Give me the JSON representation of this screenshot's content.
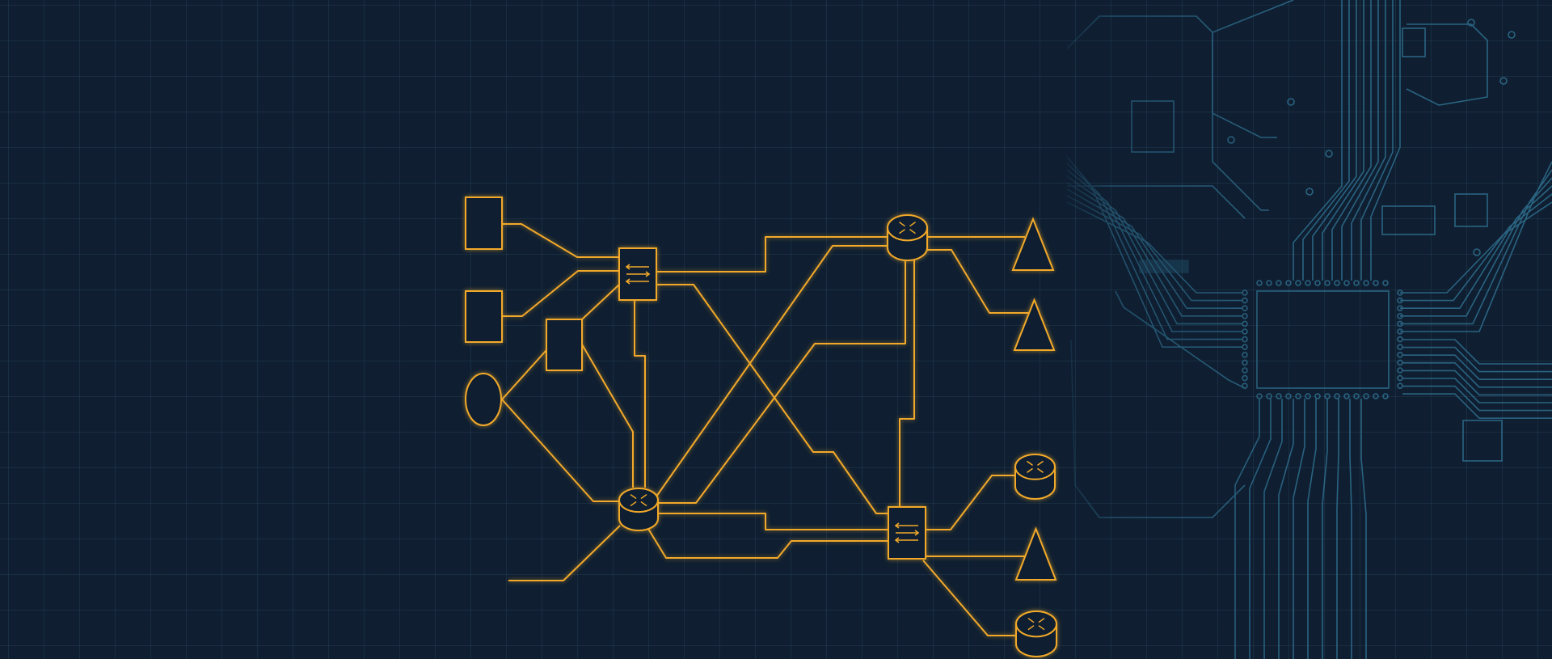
{
  "colors": {
    "background": "#0f1f31",
    "grid": "#2a4a60",
    "diagram_stroke": "#f2a92a",
    "circuit_stroke": "#2f6f8f"
  },
  "diagram": {
    "nodes": [
      {
        "id": "square-1",
        "icon": "square-node"
      },
      {
        "id": "square-2",
        "icon": "square-node"
      },
      {
        "id": "square-3",
        "icon": "square-node"
      },
      {
        "id": "circle-1",
        "icon": "circle-node"
      },
      {
        "id": "switch-1",
        "icon": "switch-icon"
      },
      {
        "id": "switch-2",
        "icon": "switch-icon"
      },
      {
        "id": "router-1",
        "icon": "router-icon"
      },
      {
        "id": "router-2",
        "icon": "router-icon"
      },
      {
        "id": "router-3",
        "icon": "router-icon"
      },
      {
        "id": "router-4",
        "icon": "router-icon"
      },
      {
        "id": "triangle-1",
        "icon": "triangle-node"
      },
      {
        "id": "triangle-2",
        "icon": "triangle-node"
      },
      {
        "id": "triangle-3",
        "icon": "triangle-node"
      }
    ]
  },
  "background": {
    "icon": "circuit-board-pattern"
  }
}
